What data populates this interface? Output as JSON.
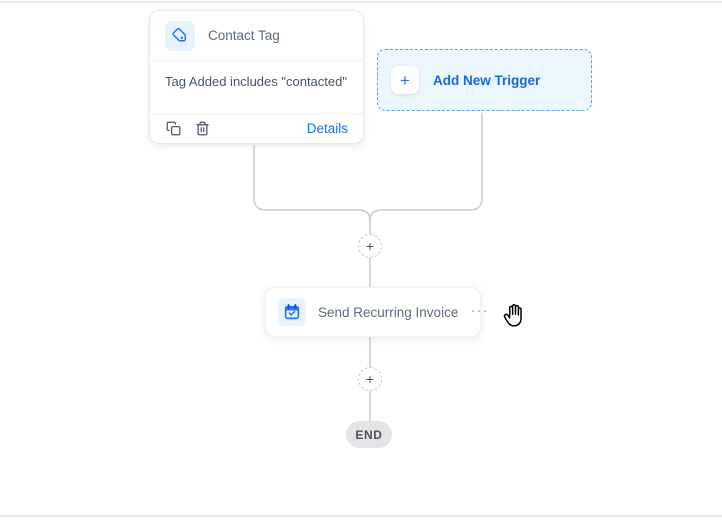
{
  "trigger_card": {
    "icon": "tag-icon",
    "title": "Contact Tag",
    "condition": "Tag Added includes \"contacted\"",
    "footer": {
      "copy_icon": "copy-icon",
      "delete_icon": "trash-icon",
      "details_label": "Details"
    }
  },
  "add_trigger_button": {
    "plus_glyph": "+",
    "label": "Add New Trigger"
  },
  "connectors": {
    "plus_glyph": "+"
  },
  "action_card": {
    "icon": "calendar-check-icon",
    "title": "Send Recurring Invoice",
    "menu_glyph": "···"
  },
  "end_badge": {
    "label": "END"
  },
  "cursor": "open-hand-cursor",
  "colors": {
    "accent_blue": "#1570ef",
    "icon_blue": "#2970ff",
    "icon_tile_bg": "#e8f4fd",
    "add_trigger_bg": "#ecf6fd",
    "add_trigger_border": "#5fa0f2",
    "connector_line": "#c6ccd4",
    "end_badge_bg": "#e4e4e7",
    "text_gray": "#5d6b80",
    "edge_line": "#e2ebee"
  }
}
